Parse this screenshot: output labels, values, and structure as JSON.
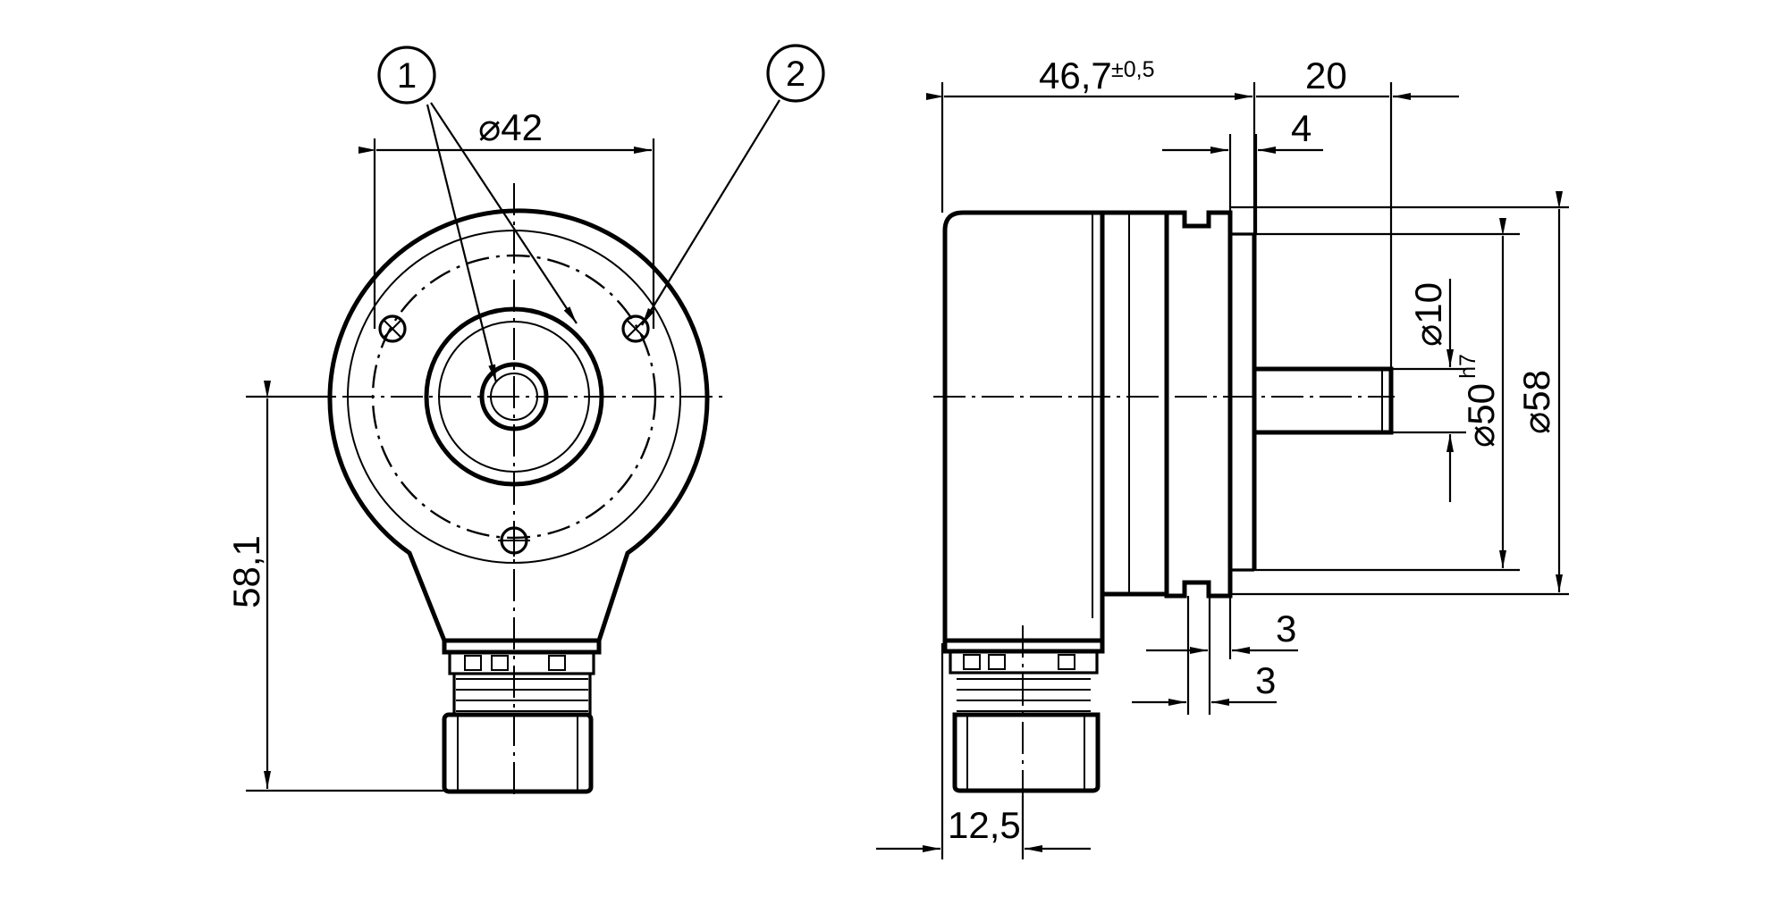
{
  "callouts": {
    "c1": "1",
    "c2": "2"
  },
  "front_view": {
    "dim_bolt_circle": "⌀42",
    "dim_height": "58,1"
  },
  "side_view": {
    "dim_length": "46,7",
    "dim_length_tolerance": "±0,5",
    "dim_shaft_length": "20",
    "dim_flange_step": "4",
    "dim_shaft_dia": "⌀10",
    "dim_spigot_dia": "⌀50",
    "dim_spigot_fit": "h7",
    "dim_body_dia": "⌀58",
    "dim_flange_a": "3",
    "dim_flange_b": "3",
    "dim_connector": "12,5"
  }
}
